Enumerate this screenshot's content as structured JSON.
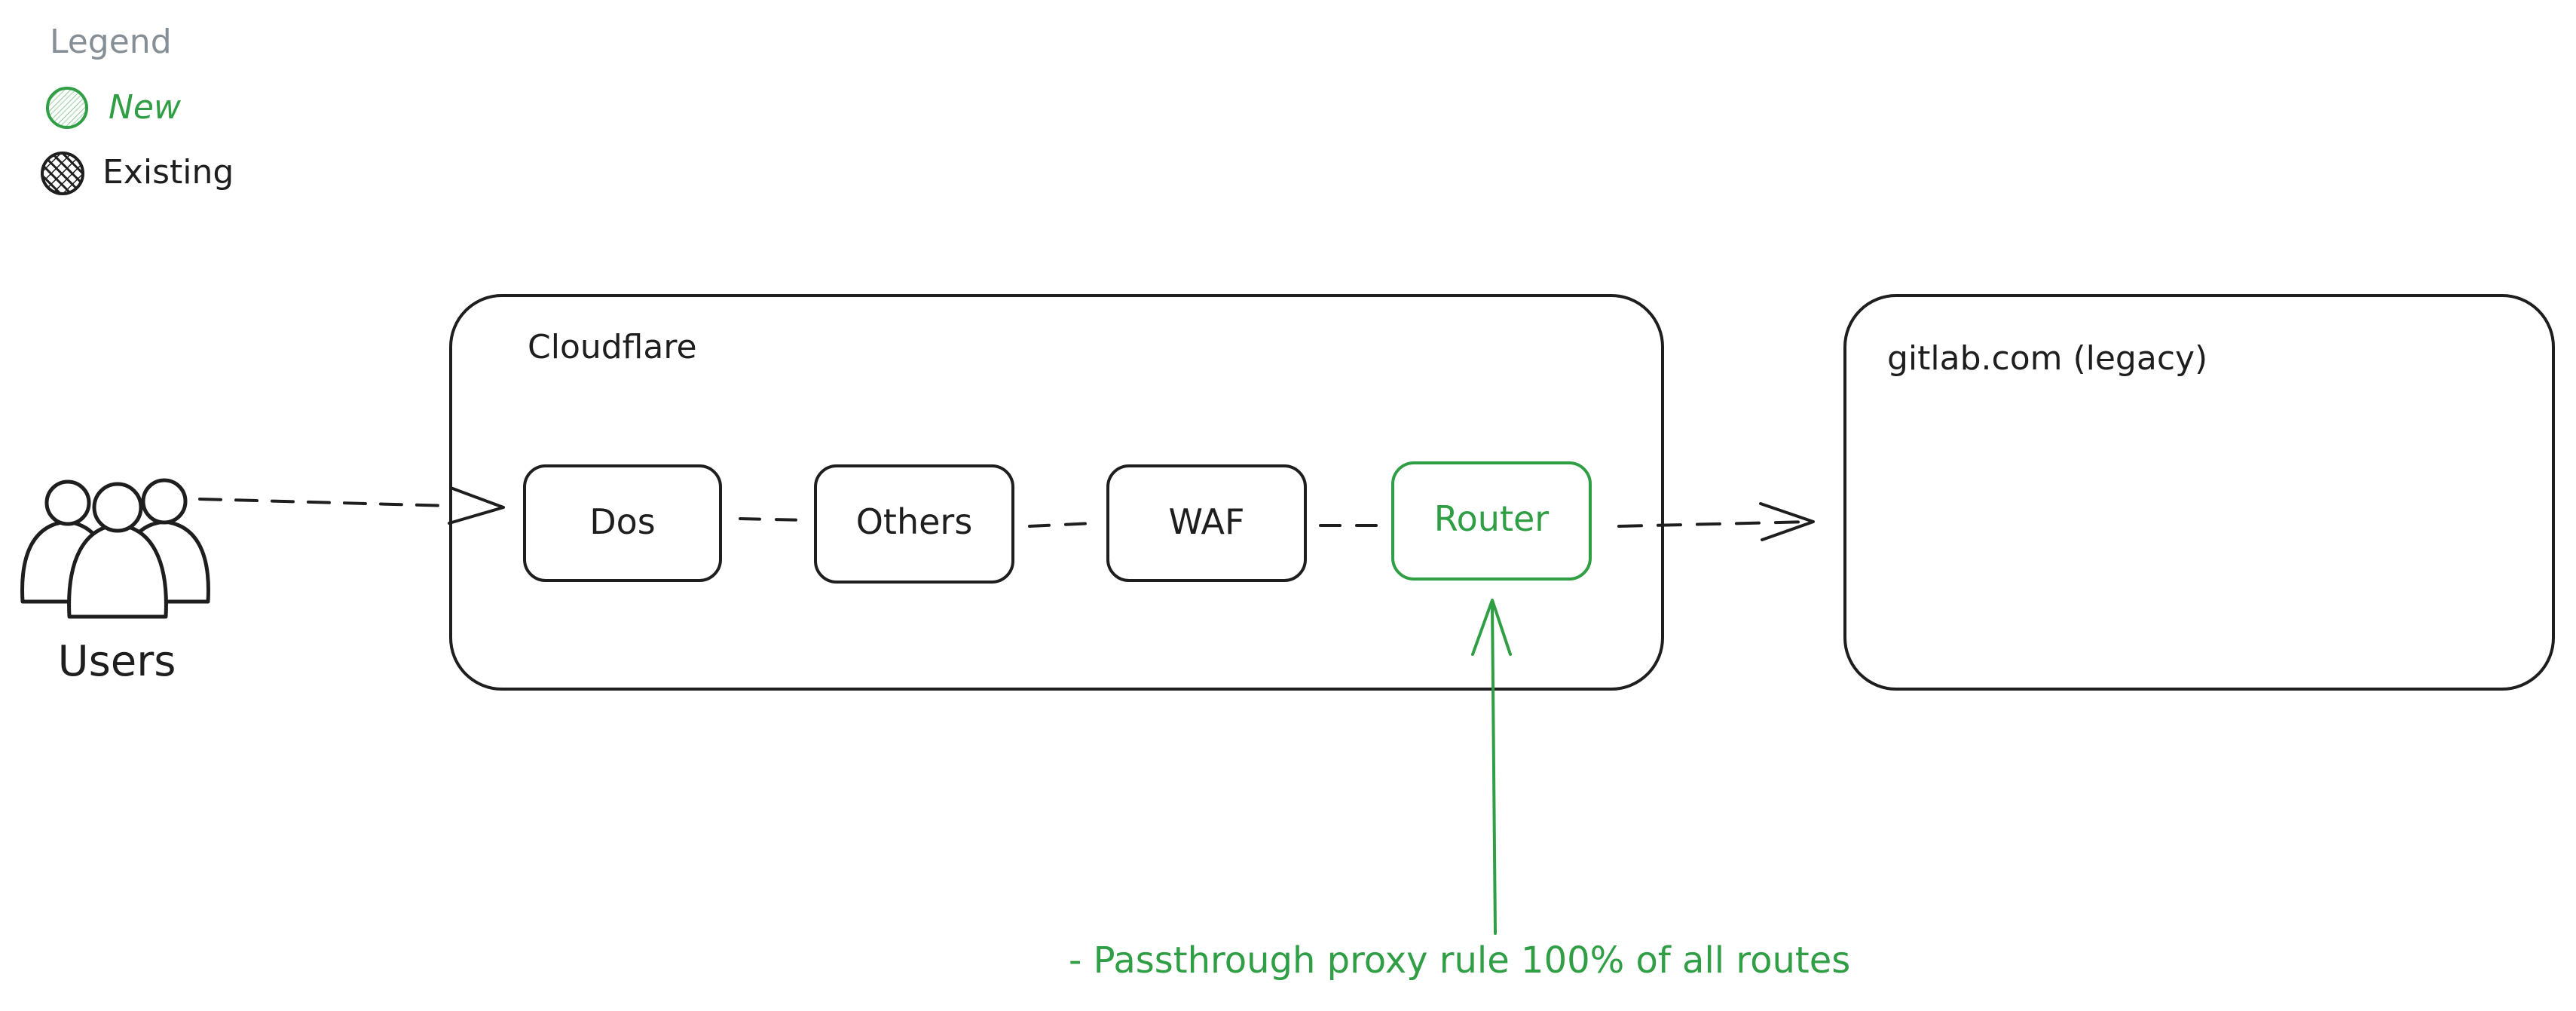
{
  "legend": {
    "title": "Legend",
    "items": [
      {
        "label": "New",
        "color": "#2f9e44",
        "fill": "#b2f2bb"
      },
      {
        "label": "Existing",
        "color": "#1e1e1e",
        "fill": "#1e1e1e"
      }
    ]
  },
  "actor": {
    "label": "Users",
    "icon": "users-group-icon"
  },
  "cloudflare": {
    "label": "Cloudflare",
    "components": [
      {
        "label": "Dos",
        "status": "existing"
      },
      {
        "label": "Others",
        "status": "existing"
      },
      {
        "label": "WAF",
        "status": "existing"
      },
      {
        "label": "Router",
        "status": "new"
      }
    ]
  },
  "legacy": {
    "label": "gitlab.com (legacy)"
  },
  "annotation": {
    "text": "- Passthrough proxy rule 100% of all routes",
    "color": "#2f9e44"
  },
  "colors": {
    "stroke": "#1e1e1e",
    "new": "#2f9e44",
    "legend_title": "#868e96"
  }
}
